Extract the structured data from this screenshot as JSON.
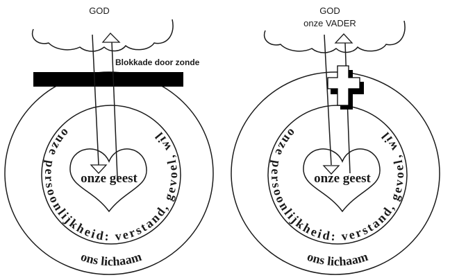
{
  "left_diagram": {
    "god_label": "GOD",
    "blockade_label": "Blokkade door zonde",
    "personality_label": "onze persoonlijkheid: verstand, gevoel, wil",
    "spirit_label": "onze geest",
    "body_label": "ons lichaam"
  },
  "right_diagram": {
    "god_label": "GOD",
    "father_label": "onze VADER",
    "personality_label": "onze persoonlijkheid: verstand, gevoel, wil",
    "spirit_label": "onze geest",
    "body_label": "ons lichaam"
  },
  "colors": {
    "ink": "#1a1a1a",
    "bar": "#000000",
    "background": "#ffffff"
  }
}
